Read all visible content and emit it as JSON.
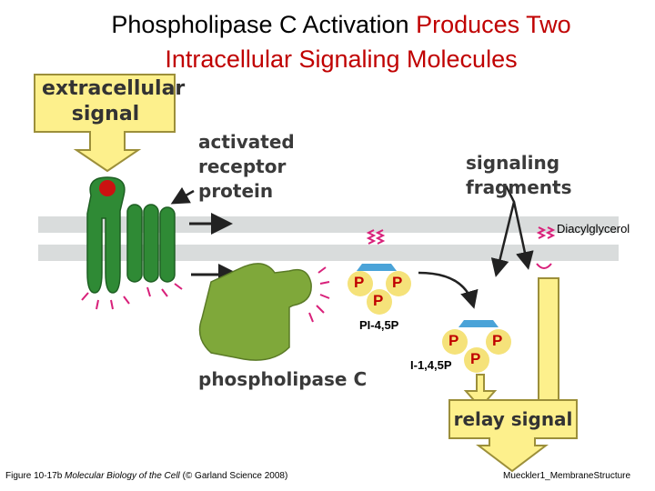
{
  "title": {
    "line1_black": "Phospholipase C Activation",
    "line1_red": "Produces Two",
    "line2_red": "Intracellular Signaling Molecules"
  },
  "labels": {
    "extracellular_signal_1": "extracellular",
    "extracellular_signal_2": "signal",
    "activated_receptor_1": "activated",
    "activated_receptor_2": "receptor",
    "activated_receptor_3": "protein",
    "signaling_fragments_1": "signaling",
    "signaling_fragments_2": "fragments",
    "diacylglycerol": "Diacylglycerol",
    "pi45p": "PI-4,5P",
    "i145p": "I-1,4,5P",
    "phospholipase_c": "phospholipase C",
    "relay_signal": "relay signal",
    "phosphate": "P"
  },
  "footer": {
    "left_prefix": "Figure 10-17b",
    "left_italic": "Molecular Biology of the Cell",
    "left_suffix": "(© Garland Science 2008)",
    "right": "Mueckler1_MembraneStructure"
  },
  "colors": {
    "yellow_fill": "#fdf08c",
    "yellow_stroke": "#9c8f3a",
    "membrane": "#d9dcdc",
    "receptor_green": "#2f8a35",
    "plc_green": "#7fa83a",
    "signal_red": "#cc1111",
    "phosphate_blue": "#4aa3d8",
    "phosphate_yellow": "#f5e27a",
    "tail_pink": "#d8207a",
    "title_red": "#c00000"
  }
}
